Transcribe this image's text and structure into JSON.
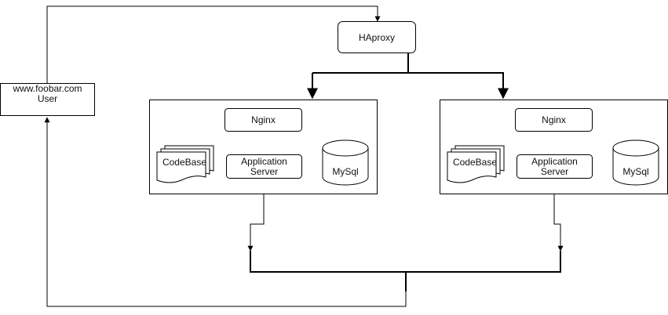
{
  "client": {
    "line1": "www.foobar.com",
    "line2": "User"
  },
  "load_balancer": {
    "label": "HAproxy"
  },
  "servers": [
    {
      "web": "Nginx",
      "code": "CodeBase",
      "app_line1": "Application",
      "app_line2": "Server",
      "db": "MySql"
    },
    {
      "web": "Nginx",
      "code": "CodeBase",
      "app_line1": "Application",
      "app_line2": "Server",
      "db": "MySql"
    }
  ],
  "colors": {
    "stroke": "#000000",
    "fill": "#ffffff"
  }
}
